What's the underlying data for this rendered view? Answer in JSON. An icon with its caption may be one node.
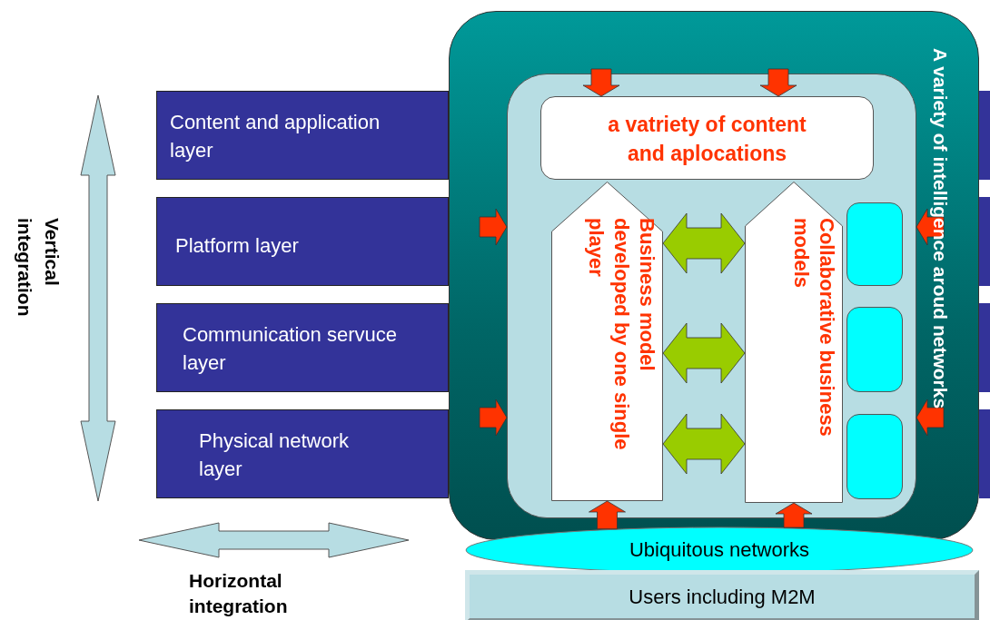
{
  "diagram": {
    "nodes": [
      {
        "text": [
          "Content and application layer"
        ]
      },
      {
        "text": [
          "Platform layer"
        ]
      },
      {
        "text": [
          "Communication servuce layer"
        ]
      },
      {
        "text": [
          "Physical network layer"
        ]
      },
      {
        "text": [
          "A variety of intelligence aroud networks"
        ]
      },
      {
        "text": [],
        "shape": "box",
        "in": 4
      },
      {
        "text": [
          "a vatriety of content and aplocations"
        ],
        "in": 5
      },
      {
        "text": [
          "Business model developed by one single player"
        ],
        "in": 5
      },
      {
        "text": [
          "Collaborative business models"
        ],
        "in": 5
      },
      {
        "text": [],
        "shape": "box",
        "in": 5
      },
      {
        "text": [],
        "shape": "box",
        "in": 5
      },
      {
        "text": [],
        "shape": "box",
        "in": 5
      },
      {
        "text": [
          "Ubiquitous networks"
        ]
      },
      {
        "text": [
          "Users including M2M"
        ]
      }
    ],
    "edges": [
      {
        "from": null,
        "to": 6,
        "arrow": "to"
      },
      {
        "from": null,
        "to": 6,
        "arrow": "to"
      },
      {
        "from": null,
        "to": 5,
        "arrow": "to"
      },
      {
        "from": null,
        "to": 5,
        "arrow": "to"
      },
      {
        "from": null,
        "to": 5,
        "arrow": "to"
      },
      {
        "from": null,
        "to": 5,
        "arrow": "to"
      },
      {
        "from": 12,
        "to": 7,
        "arrow": "to"
      },
      {
        "from": 12,
        "to": 8,
        "arrow": "to"
      },
      {
        "from": 7,
        "to": 8,
        "arrow": "both",
        "color": "#99cc00"
      },
      {
        "from": 7,
        "to": 8,
        "arrow": "both",
        "color": "#99cc00"
      },
      {
        "from": 7,
        "to": 8,
        "arrow": "both",
        "color": "#99cc00"
      }
    ],
    "labels": [
      "Vertical integration",
      "Horizontal integration"
    ]
  }
}
